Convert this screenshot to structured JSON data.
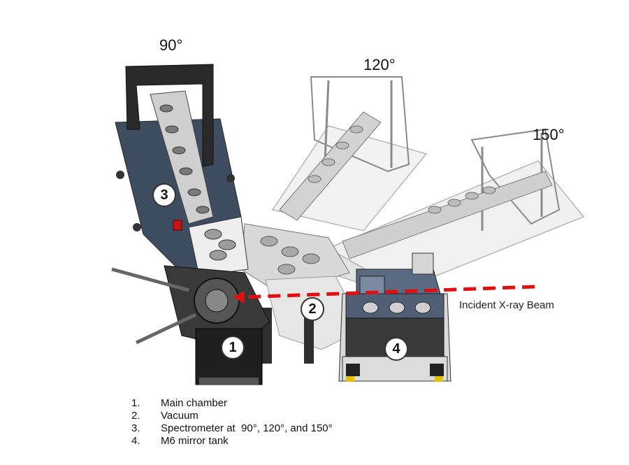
{
  "angles": {
    "a90": "90°",
    "a120": "120°",
    "a150": "150°"
  },
  "beam": {
    "label": "Incident X-ray Beam",
    "color": "#e01010"
  },
  "markers": [
    "1",
    "2",
    "3",
    "4"
  ],
  "legend": [
    {
      "num": "1.",
      "text": "Main chamber"
    },
    {
      "num": "2.",
      "text": "Vacuum"
    },
    {
      "num": "3.",
      "text": "Spectrometer at  90°, 120°, and 150°"
    },
    {
      "num": "4.",
      "text": "M6 mirror tank"
    }
  ],
  "colors": {
    "dark_frame": "#2a2a2a",
    "ghost_frame": "#9a9a9a",
    "slab": "#3c4a5c",
    "ghost_slab": "#e9e9e9"
  }
}
